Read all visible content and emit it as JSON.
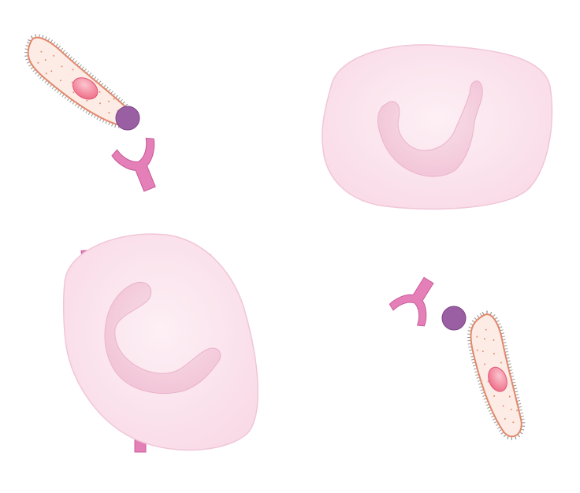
{
  "colors": {
    "background": "#ffffff",
    "cell_fill": "#fbe3ec",
    "cell_stroke": "#f1c6d8",
    "nucleus_fill": "#f6cfe0",
    "nucleus_stroke": "#eab3cb",
    "receptor_fill": "#e57fb8",
    "receptor_stroke": "#c95d9d",
    "bacterium_fill": "#fdece6",
    "bacterium_stroke": "#e2886b",
    "bacterium_dots": "#e3926f",
    "bacterium_nucleus": "#f06f8c",
    "antigen_fill": "#9a5fa3",
    "antigen_stroke": "#7b4485",
    "cilia": "#9a9a9a"
  },
  "scene": {
    "cells": [
      {
        "name": "immune-cell-top-right"
      },
      {
        "name": "immune-cell-bottom-left"
      }
    ],
    "bacteria": [
      {
        "name": "bacterium-top-left"
      },
      {
        "name": "bacterium-bottom-right"
      }
    ],
    "free_receptors": [
      {
        "name": "free-receptor-top-left"
      }
    ]
  }
}
